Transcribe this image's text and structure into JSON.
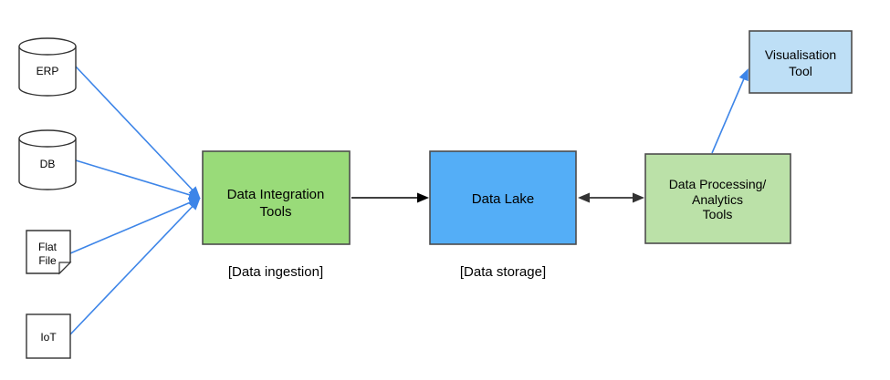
{
  "canvas": {
    "background": "#ffffff"
  },
  "colors": {
    "source_fill": "#ffffff",
    "source_stroke": "#333333",
    "box_stroke": "#4d4d4d",
    "integration_fill": "#99db79",
    "processing_fill": "#bbe1a8",
    "lake_fill": "#54aef7",
    "visualisation_fill": "#bedff6",
    "flow_blue": "#3d85e8",
    "flow_black": "#000000",
    "flow_dark": "#333333"
  },
  "sources": {
    "erp": {
      "label": "ERP",
      "shape": "cylinder"
    },
    "db": {
      "label": "DB",
      "shape": "cylinder"
    },
    "flat_file": {
      "line1": "Flat",
      "line2": "File",
      "shape": "document"
    },
    "iot": {
      "label": "IoT",
      "shape": "rectangle"
    }
  },
  "nodes": {
    "integration": {
      "line1": "Data Integration",
      "line2": "Tools",
      "caption": "[Data ingestion]"
    },
    "lake": {
      "label": "Data Lake",
      "caption": "[Data storage]"
    },
    "processing": {
      "line1": "Data Processing/",
      "line2": "Analytics",
      "line3": "Tools"
    },
    "visualisation": {
      "line1": "Visualisation",
      "line2": "Tool"
    }
  },
  "edges": [
    {
      "from": "ERP",
      "to": "Data Integration Tools",
      "color": "blue",
      "bidirectional": false
    },
    {
      "from": "DB",
      "to": "Data Integration Tools",
      "color": "blue",
      "bidirectional": false
    },
    {
      "from": "Flat File",
      "to": "Data Integration Tools",
      "color": "blue",
      "bidirectional": false
    },
    {
      "from": "IoT",
      "to": "Data Integration Tools",
      "color": "blue",
      "bidirectional": false
    },
    {
      "from": "Data Integration Tools",
      "to": "Data Lake",
      "color": "black",
      "bidirectional": false
    },
    {
      "from": "Data Lake",
      "to": "Data Processing/Analytics Tools",
      "color": "black",
      "bidirectional": true
    },
    {
      "from": "Data Processing/Analytics Tools",
      "to": "Visualisation Tool",
      "color": "blue",
      "bidirectional": false
    }
  ]
}
